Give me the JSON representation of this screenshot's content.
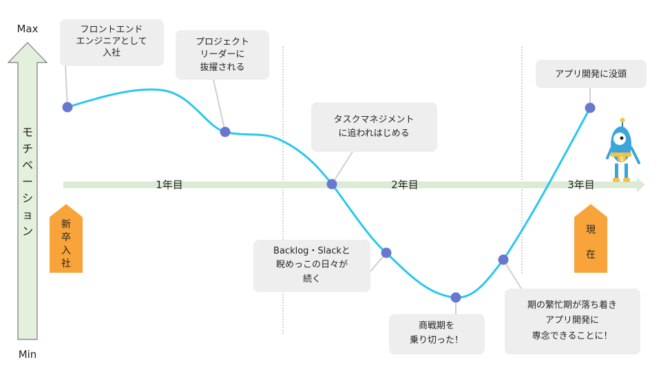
{
  "axis": {
    "max_label": "Max",
    "min_label": "Min",
    "vertical_label_chars": [
      "モ",
      "チ",
      "ベ",
      "ー",
      "シ",
      "ョ",
      "ン"
    ]
  },
  "timeline": {
    "milestones": [
      "1年目",
      "2年目",
      "3年目"
    ]
  },
  "markers": {
    "start_chars": [
      "新",
      "卒",
      "入",
      "社"
    ],
    "now_chars": [
      "現",
      "在"
    ]
  },
  "events": [
    {
      "lines": [
        "フロントエンド",
        "エンジニアとして",
        "入社"
      ]
    },
    {
      "lines": [
        "プロジェクト",
        "リーダーに",
        "抜擢される"
      ]
    },
    {
      "lines": [
        "タスクマネジメント",
        "に追われはじめる"
      ]
    },
    {
      "lines": [
        "Backlog・Slackと",
        "睨めっこの日々が",
        "続く"
      ]
    },
    {
      "lines": [
        "商戦期を",
        "乗り切った！"
      ]
    },
    {
      "lines": [
        "期の繁忙期が落ち着き",
        "アプリ開発に",
        "専念できることに！"
      ]
    },
    {
      "lines": [
        "アプリ開発に没頭"
      ]
    }
  ],
  "colors": {
    "curve": "#29c7f0",
    "point": "#6878cf",
    "timeline": "#dcebd6",
    "arrow_fill": "#e3f0dd",
    "arrow_stroke": "#7a7a7a",
    "badge": "#f9a33b",
    "bubble": "#eeeeee"
  },
  "icons": {
    "mascot": "robot-mascot-icon"
  }
}
